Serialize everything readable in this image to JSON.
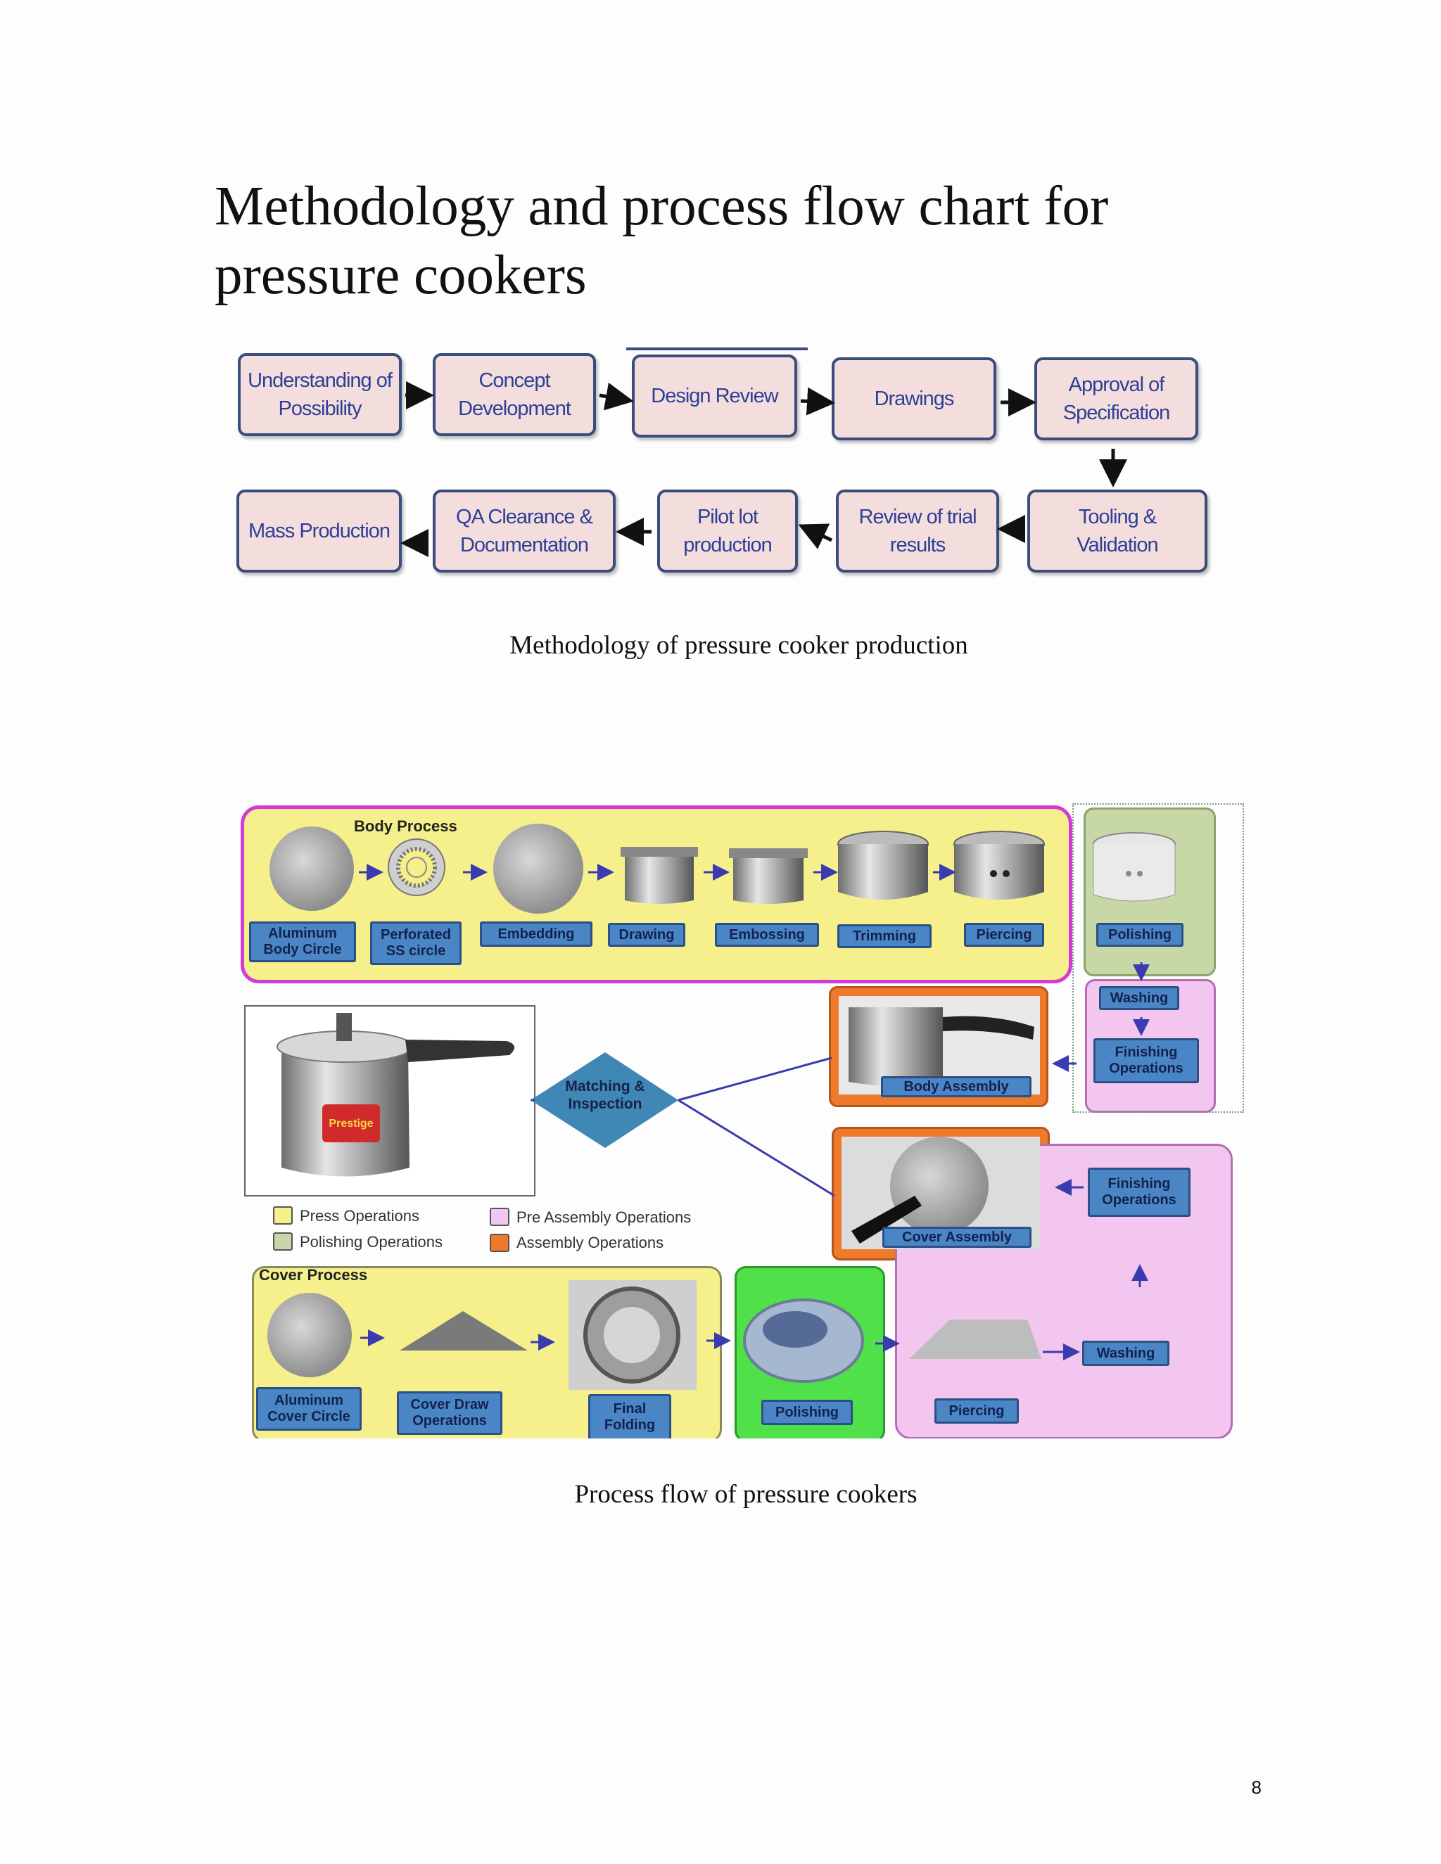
{
  "page": {
    "title_line1": "Methodology and process flow chart for",
    "title_line2": "pressure cookers",
    "caption1": "Methodology of pressure cooker production",
    "caption2": "Process flow of pressure cookers",
    "page_number": "8"
  },
  "methodology": {
    "row1": [
      {
        "l1": "Understanding of",
        "l2": "Possibility"
      },
      {
        "l1": "Concept",
        "l2": "Development"
      },
      {
        "l1": "Design Review",
        "l2": ""
      },
      {
        "l1": "Drawings",
        "l2": ""
      },
      {
        "l1": "Approval of",
        "l2": "Specification"
      }
    ],
    "row2": [
      {
        "l1": "Mass Production",
        "l2": ""
      },
      {
        "l1": "QA Clearance &",
        "l2": "Documentation"
      },
      {
        "l1": "Pilot lot",
        "l2": "production"
      },
      {
        "l1": "Review of trial",
        "l2": "results"
      },
      {
        "l1": "Tooling & Validation",
        "l2": ""
      }
    ]
  },
  "process": {
    "body_title": "Body Process",
    "cover_title": "Cover Process",
    "body_steps": [
      {
        "l1": "Aluminum",
        "l2": "Body Circle"
      },
      {
        "l1": "Perforated",
        "l2": "SS circle"
      },
      {
        "l1": "Embedding",
        "l2": ""
      },
      {
        "l1": "Drawing",
        "l2": ""
      },
      {
        "l1": "Embossing",
        "l2": ""
      },
      {
        "l1": "Trimming",
        "l2": ""
      },
      {
        "l1": "Piercing",
        "l2": ""
      }
    ],
    "polishing": "Polishing",
    "washing": "Washing",
    "finishing1": {
      "l1": "Finishing",
      "l2": "Operations"
    },
    "body_assembly": "Body Assembly",
    "cover_assembly": "Cover Assembly",
    "matching": {
      "l1": "Matching &",
      "l2": "Inspection"
    },
    "finishing2": {
      "l1": "Finishing",
      "l2": "Operations"
    },
    "cover_steps": [
      {
        "l1": "Aluminum",
        "l2": "Cover Circle"
      },
      {
        "l1": "Cover Draw",
        "l2": "Operations"
      },
      {
        "l1": "Final",
        "l2": "Folding"
      }
    ],
    "cover_polishing": "Polishing",
    "cover_piercing": "Piercing",
    "cover_washing": "Washing",
    "cooker_label": "Prestige",
    "legend": [
      {
        "label": "Press Operations",
        "color": "#f5f08a"
      },
      {
        "label": "Polishing Operations",
        "color": "#c9d7a8"
      },
      {
        "label": "Pre Assembly Operations",
        "color": "#f3c6f0"
      },
      {
        "label": "Assembly Operations",
        "color": "#f07a2c"
      }
    ]
  }
}
